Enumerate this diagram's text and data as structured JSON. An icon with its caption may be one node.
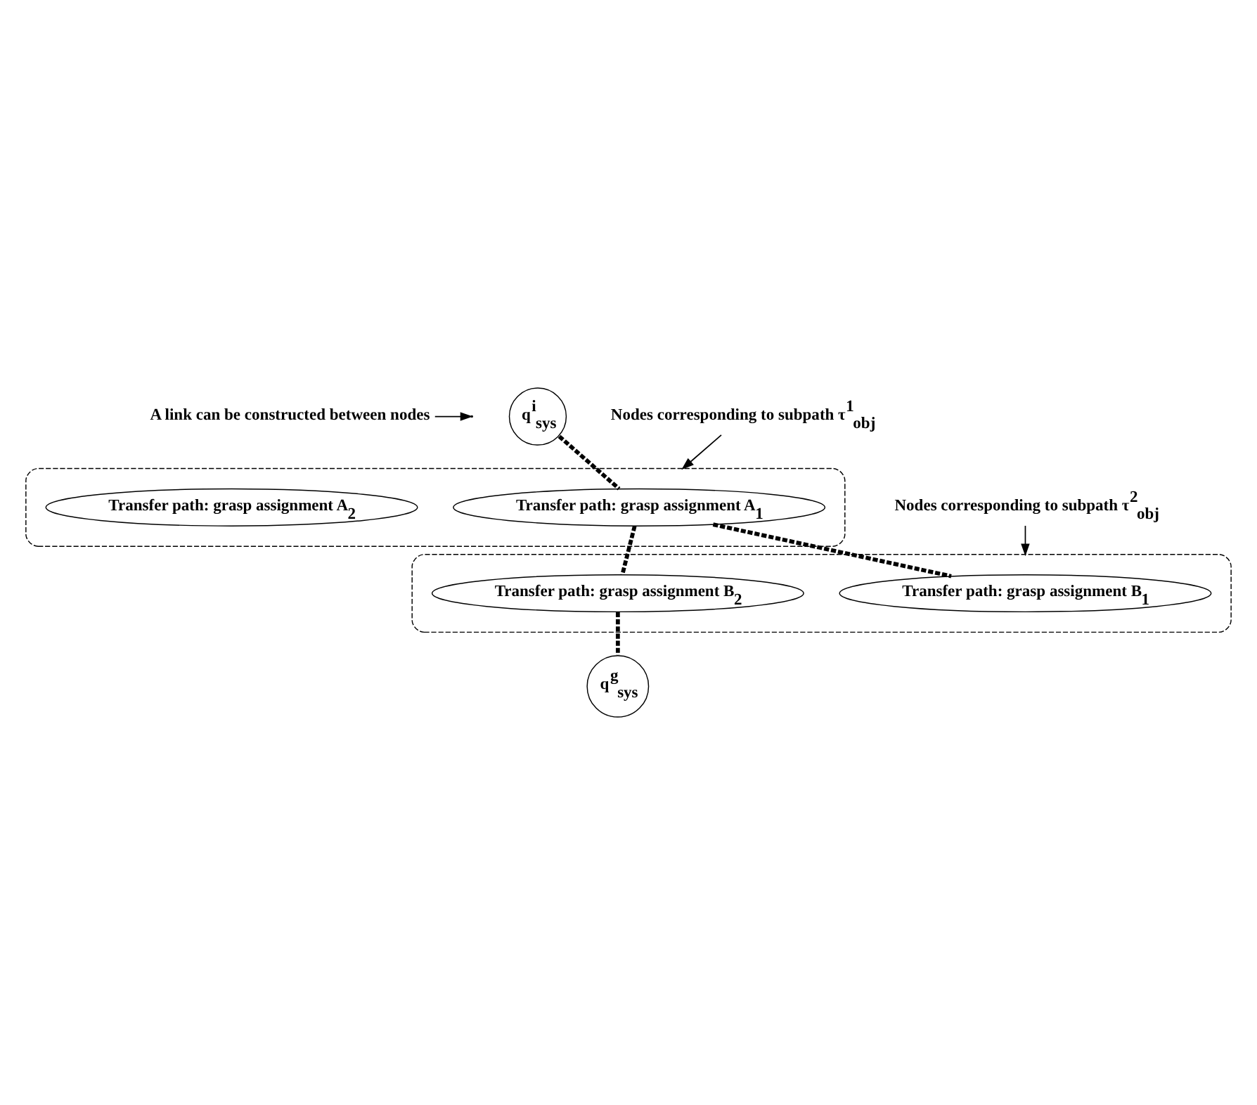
{
  "diagram": {
    "nodes": [
      {
        "text": [
          "A link can be constructed between nodes"
        ]
      },
      {
        "text": [
          "q$^{i}$$_{sys}$"
        ]
      },
      {
        "text": [
          "Nodes corresponding to subpath τ$^{1}$$_{obj}$"
        ]
      },
      {
        "text": [],
        "shape": "box"
      },
      {
        "text": [
          "Transfer path: grasp assignment A$_{1}$"
        ],
        "in": 3
      },
      {
        "text": [
          "Transfer path: grasp assignment A$_{2}$"
        ],
        "in": 3
      },
      {
        "text": [],
        "shape": "box"
      },
      {
        "text": [
          "Transfer path: grasp assignment B$_{1}$"
        ],
        "in": 6
      },
      {
        "text": [
          "Transfer path: grasp assignment B$_{2}$"
        ],
        "in": 6
      },
      {
        "text": [
          "q$^{g}$$_{sys}$"
        ]
      },
      {
        "text": [
          "Nodes corresponding to subpath τ$^{2}$$_{obj}$"
        ]
      }
    ],
    "edges": [
      {
        "from": 1,
        "to": 4,
        "arrow": "none",
        "style": "dashed"
      },
      {
        "from": 4,
        "to": 7,
        "arrow": "none",
        "style": "dashed"
      },
      {
        "from": 4,
        "to": 8,
        "arrow": "none",
        "style": "dashed"
      },
      {
        "from": 8,
        "to": 9,
        "arrow": "none",
        "style": "dashed"
      },
      {
        "from": 0,
        "to": null,
        "arrow": "to"
      },
      {
        "from": 2,
        "to": 3,
        "arrow": "to"
      },
      {
        "from": 10,
        "to": 6,
        "arrow": "to"
      }
    ]
  }
}
